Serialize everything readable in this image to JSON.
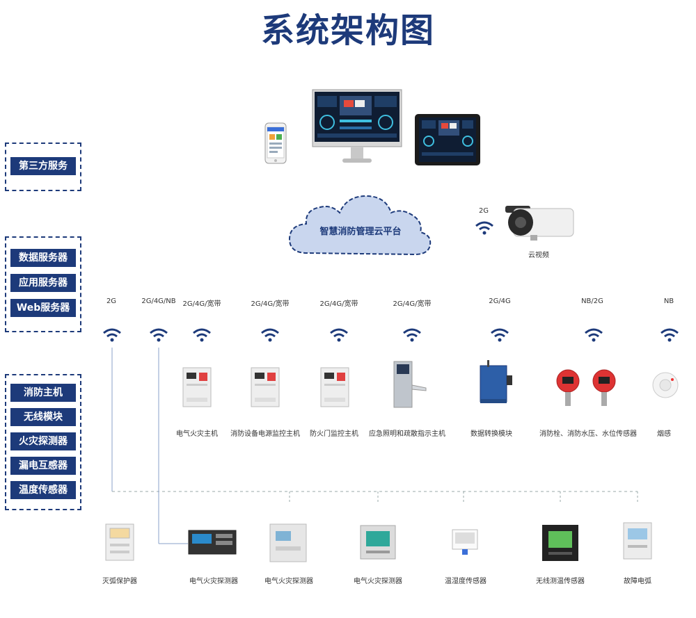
{
  "title": "系统架构图",
  "side_groups": [
    {
      "items": [
        "第三方服务"
      ]
    },
    {
      "items": [
        "数据服务器",
        "应用服务器",
        "Web服务器"
      ]
    },
    {
      "items": [
        "消防主机",
        "无线模块",
        "火灾探测器",
        "漏电互感器",
        "温度传感器"
      ]
    }
  ],
  "cloud": {
    "label": "智慧消防管理云平台"
  },
  "camera": {
    "network": "2G",
    "label": "云视频"
  },
  "networks": [
    "2G",
    "2G/4G/NB",
    "2G/4G/宽带",
    "2G/4G/宽带",
    "2G/4G/宽带",
    "2G/4G/宽带",
    "2G/4G",
    "NB/2G",
    "NB"
  ],
  "devices_mid": [
    "电气火灾主机",
    "消防设备电源监控主机",
    "防火门监控主机",
    "应急照明和疏散指示主机",
    "数据转换模块",
    "消防栓、消防水压、水位传感器",
    "烟感"
  ],
  "devices_bottom": [
    "灭弧保护器",
    "电气火灾探测器",
    "电气火灾探测器",
    "电气火灾探测器",
    "温湿度传感器",
    "无线测温传感器",
    "故障电弧"
  ],
  "colors": {
    "primary": "#1d3a7a",
    "cloud_fill": "#c9d6ee"
  }
}
